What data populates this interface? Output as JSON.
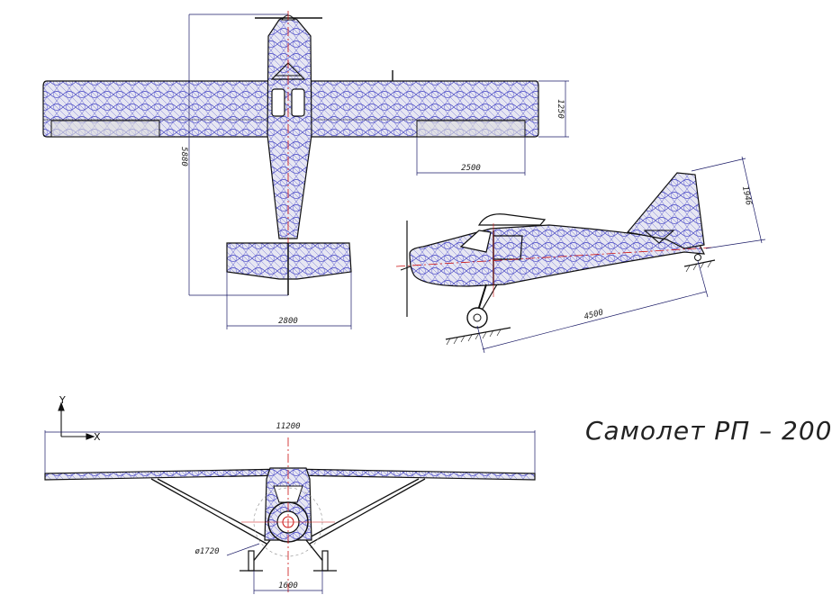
{
  "title": "Самолет РП – 200",
  "axes": {
    "y": "Y",
    "x": "X"
  },
  "dimensions": {
    "wing_chord": "1250",
    "fuselage_length": "5880",
    "aileron_span": "2500",
    "stabilizer_span": "2800",
    "tail_height": "1946",
    "wheelbase": "4500",
    "wingspan": "11200",
    "prop_diameter": "ø1720",
    "track": "1600"
  },
  "colors": {
    "mesh": "#3333bb",
    "fill": "#dcdcdc",
    "line": "#111111",
    "dimension": "#1a1a66",
    "center": "#cc1111"
  }
}
